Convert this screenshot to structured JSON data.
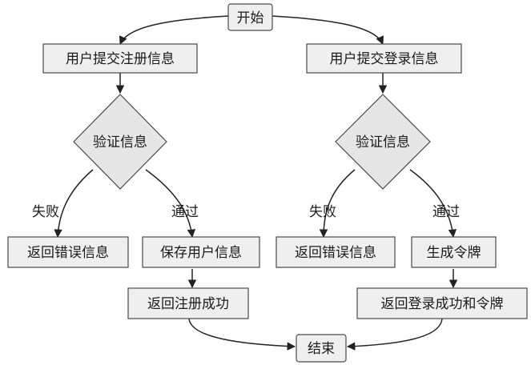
{
  "diagram": {
    "nodes": {
      "start": "开始",
      "register_submit": "用户提交注册信息",
      "login_submit": "用户提交登录信息",
      "verify_left": "验证信息",
      "verify_right": "验证信息",
      "error_left": "返回错误信息",
      "save_user": "保存用户信息",
      "error_right": "返回错误信息",
      "gen_token": "生成令牌",
      "register_success": "返回注册成功",
      "login_success": "返回登录成功和令牌",
      "end": "结束"
    },
    "edge_labels": {
      "fail_left": "失败",
      "pass_left": "通过",
      "fail_right": "失败",
      "pass_right": "通过"
    }
  }
}
